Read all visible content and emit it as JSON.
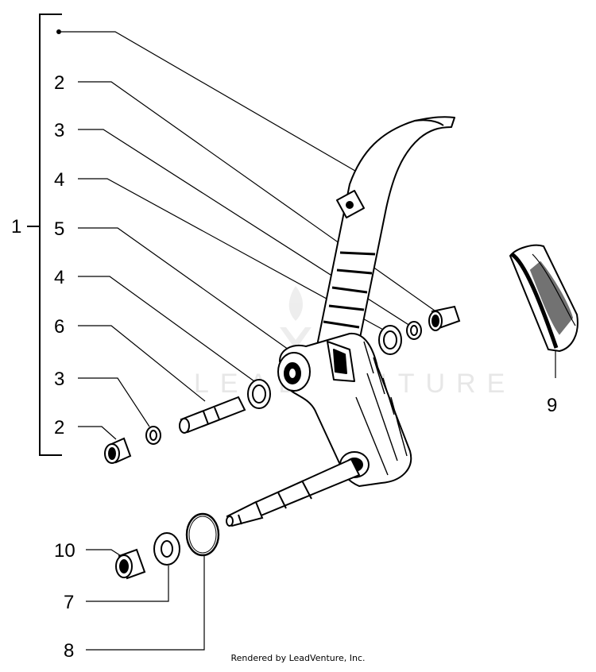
{
  "callouts": {
    "c1": "1",
    "c2a": "2",
    "c3a": "3",
    "c4a": "4",
    "c5": "5",
    "c4b": "4",
    "c6": "6",
    "c3b": "3",
    "c2b": "2",
    "c9": "9",
    "c10": "10",
    "c7": "7",
    "c8": "8"
  },
  "watermark": "LEADVENTURE",
  "footer": "Rendered by LeadVenture, Inc."
}
